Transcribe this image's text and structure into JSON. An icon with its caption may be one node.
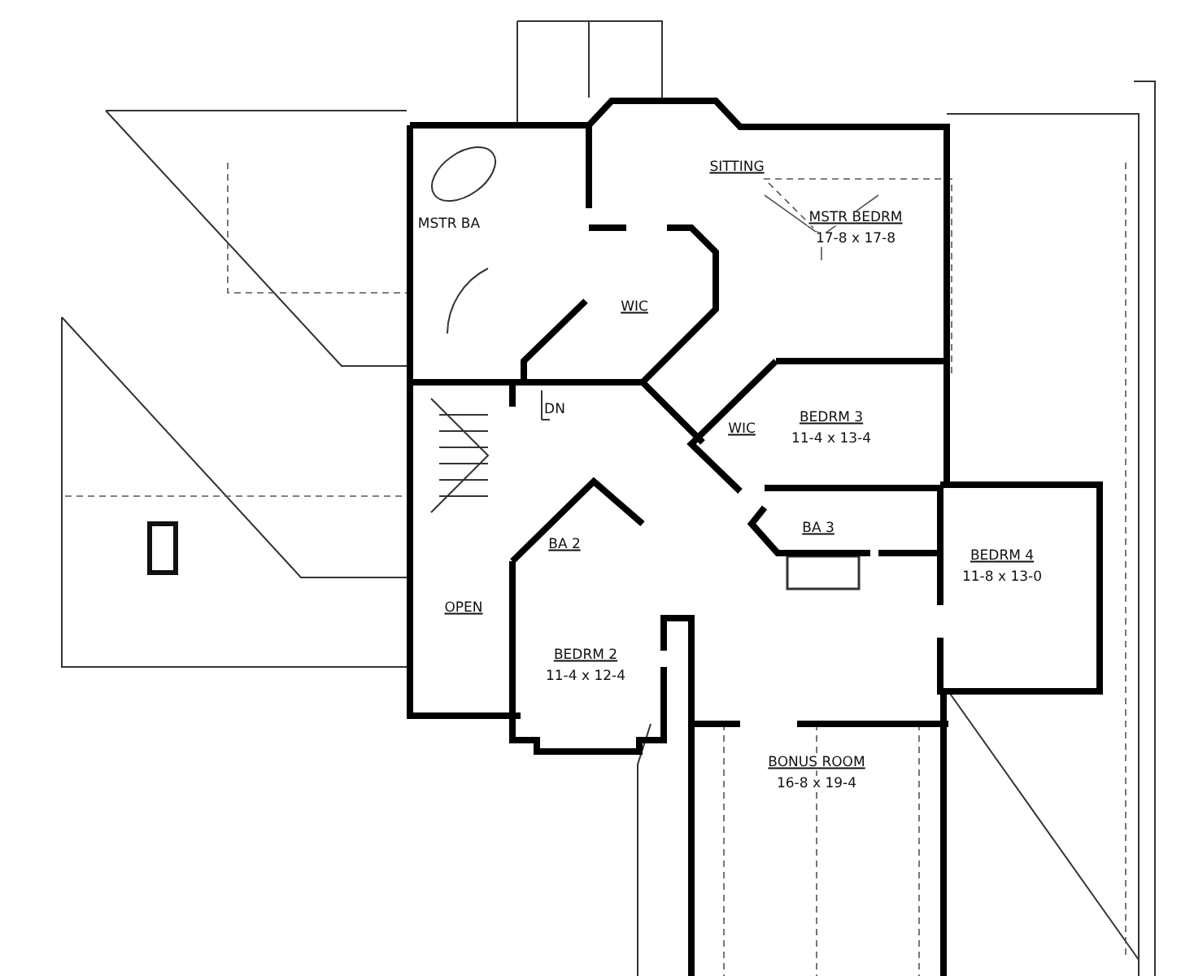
{
  "diagram": {
    "labels": [
      "SITTING",
      "MSTR BEDRM",
      "17-8 x 17-8",
      "MSTR BA",
      "WIC",
      "DN",
      "BEDRM 3",
      "11-4 x 13-4",
      "WIC",
      "BA 3",
      "BA 2",
      "BEDRM 4",
      "11-8 x 13-0",
      "OPEN",
      "BEDRM 2",
      "11-4 x 12-4",
      "BONUS ROOM",
      "16-8 x 19-4"
    ]
  }
}
